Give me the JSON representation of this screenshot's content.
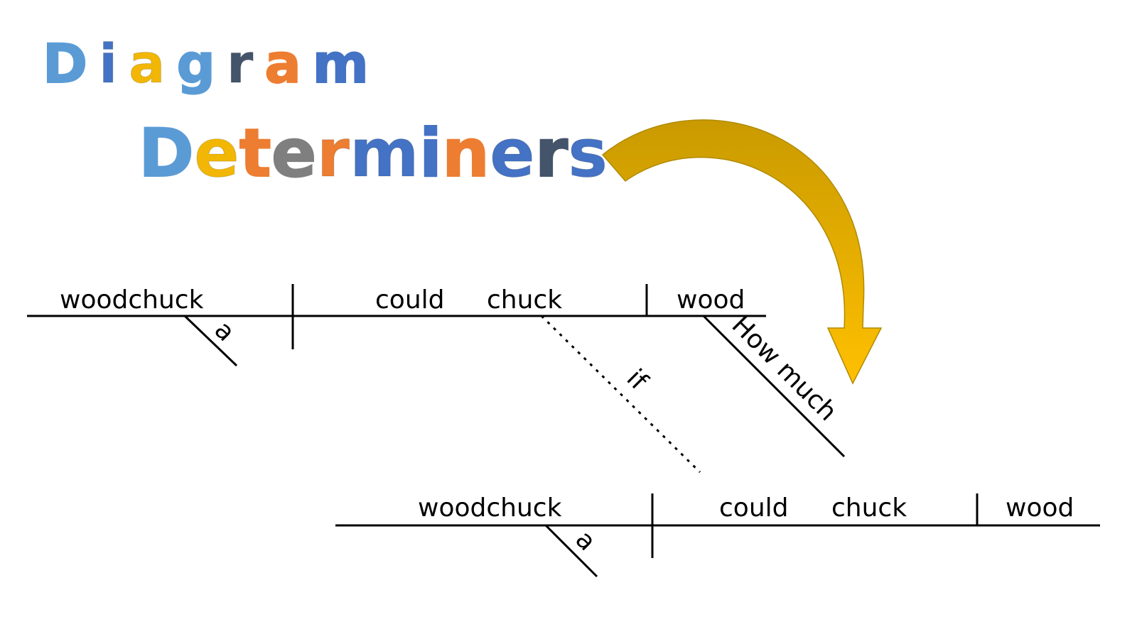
{
  "title": {
    "line1": "Diagram",
    "line2": "Determiners",
    "line1_colors": [
      "#5b9bd5",
      "#4472c4",
      "#f2b705",
      "#5b9bd5",
      "#44546a",
      "#ed7d31",
      "#4472c4"
    ],
    "line2_colors": [
      "#5b9bd5",
      "#f2b705",
      "#ed7d31",
      "#7f7f7f",
      "#ed7d31",
      "#4472c4",
      "#4472c4",
      "#ed7d31",
      "#4472c4",
      "#44546a",
      "#4472c4",
      "#ffc000"
    ]
  },
  "diagram1": {
    "subject": "woodchuck",
    "subject_modifier": "a",
    "verb_helper": "could",
    "verb": "chuck",
    "object": "wood",
    "object_modifier": "How much",
    "connector": "if"
  },
  "diagram2": {
    "subject": "woodchuck",
    "subject_modifier": "a",
    "verb_helper": "could",
    "verb": "chuck",
    "object": "wood"
  },
  "arrow": {
    "color_top": "#c99a00",
    "color_bottom": "#ffc000"
  }
}
